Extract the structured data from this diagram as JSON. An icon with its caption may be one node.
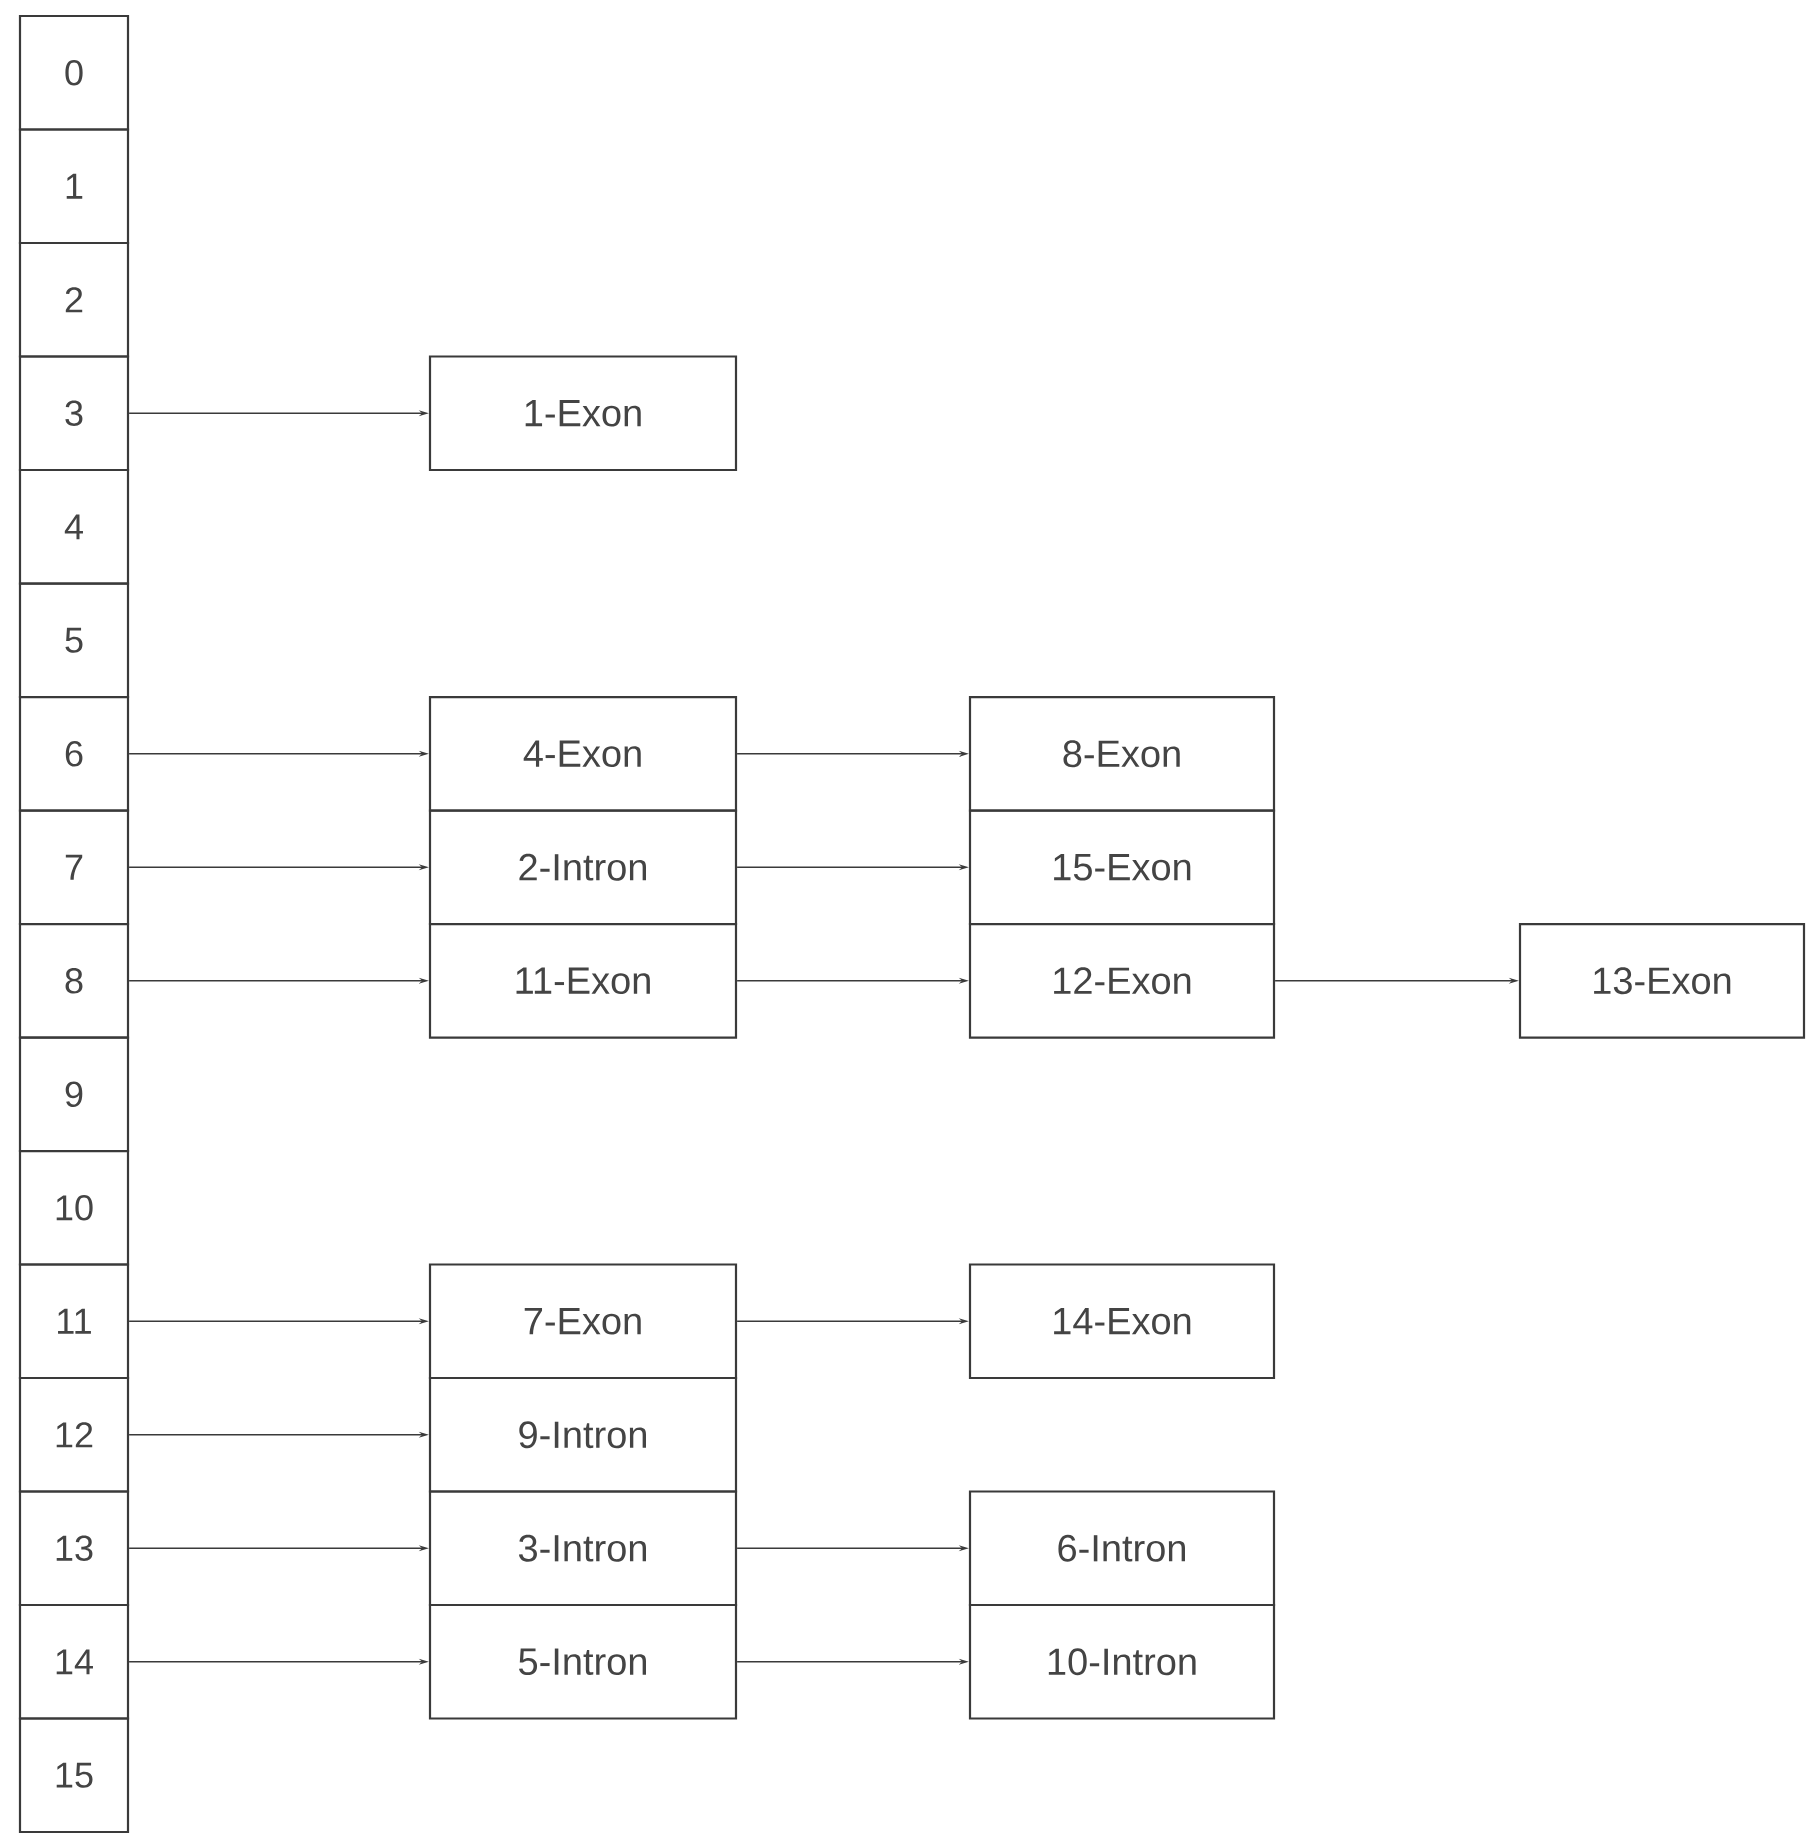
{
  "diagram": {
    "nodes": [
      {
        "text": [
          "0"
        ]
      },
      {
        "text": [
          "1"
        ]
      },
      {
        "text": [
          "2"
        ]
      },
      {
        "text": [
          "3"
        ]
      },
      {
        "text": [
          "4"
        ]
      },
      {
        "text": [
          "5"
        ]
      },
      {
        "text": [
          "6"
        ]
      },
      {
        "text": [
          "7"
        ]
      },
      {
        "text": [
          "8"
        ]
      },
      {
        "text": [
          "9"
        ]
      },
      {
        "text": [
          "10"
        ]
      },
      {
        "text": [
          "11"
        ]
      },
      {
        "text": [
          "12"
        ]
      },
      {
        "text": [
          "13"
        ]
      },
      {
        "text": [
          "14"
        ]
      },
      {
        "text": [
          "15"
        ]
      },
      {
        "text": [
          "1-Exon"
        ]
      },
      {
        "text": [
          "4-Exon"
        ]
      },
      {
        "text": [
          "8-Exon"
        ]
      },
      {
        "text": [
          "2-Intron"
        ]
      },
      {
        "text": [
          "15-Exon"
        ]
      },
      {
        "text": [
          "11-Exon"
        ]
      },
      {
        "text": [
          "12-Exon"
        ]
      },
      {
        "text": [
          "13-Exon"
        ]
      },
      {
        "text": [
          "7-Exon"
        ]
      },
      {
        "text": [
          "14-Exon"
        ]
      },
      {
        "text": [
          "9-Intron"
        ]
      },
      {
        "text": [
          "3-Intron"
        ]
      },
      {
        "text": [
          "6-Intron"
        ]
      },
      {
        "text": [
          "5-Intron"
        ]
      },
      {
        "text": [
          "10-Intron"
        ]
      }
    ],
    "edges": [
      {
        "from": 3,
        "to": 16,
        "arrow": "to"
      },
      {
        "from": 6,
        "to": 17,
        "arrow": "to"
      },
      {
        "from": 7,
        "to": 19,
        "arrow": "to"
      },
      {
        "from": 8,
        "to": 21,
        "arrow": "to"
      },
      {
        "from": 11,
        "to": 24,
        "arrow": "to"
      },
      {
        "from": 12,
        "to": 26,
        "arrow": "to"
      },
      {
        "from": 13,
        "to": 27,
        "arrow": "to"
      },
      {
        "from": 14,
        "to": 29,
        "arrow": "to"
      },
      {
        "from": 17,
        "to": 18,
        "arrow": "to"
      },
      {
        "from": 19,
        "to": 20,
        "arrow": "to"
      },
      {
        "from": 21,
        "to": 22,
        "arrow": "to"
      },
      {
        "from": 22,
        "to": 23,
        "arrow": "to"
      },
      {
        "from": 24,
        "to": 25,
        "arrow": "to"
      },
      {
        "from": 27,
        "to": 28,
        "arrow": "to"
      },
      {
        "from": 29,
        "to": 30,
        "arrow": "to"
      }
    ]
  }
}
